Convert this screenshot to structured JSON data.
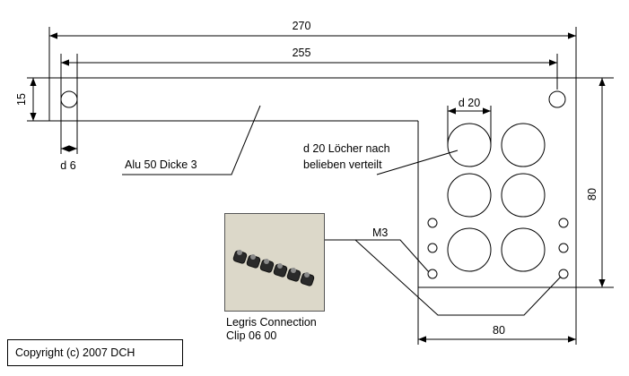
{
  "dimensions": {
    "overall_width": "270",
    "hole_spacing": "255",
    "strip_height": "15",
    "small_hole": "d 6",
    "large_hole": "d 20",
    "plate_height": "80",
    "plate_width": "80"
  },
  "notes": {
    "material": "Alu 50 Dicke 3",
    "holes_line1": "d 20 Löcher nach",
    "holes_line2": "belieben verteilt",
    "screw": "M3",
    "part_line1": "Legris Connection",
    "part_line2": "Clip 06 00"
  },
  "copyright": "Copyright (c) 2007 DCH",
  "colors": {
    "line": "#000000",
    "photo_bg": "#dcd8c9"
  }
}
